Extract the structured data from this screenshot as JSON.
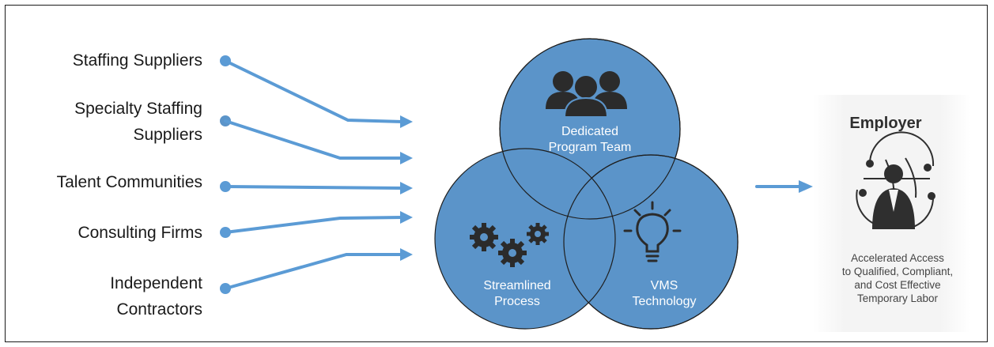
{
  "sources": [
    {
      "lines": [
        "Staffing Suppliers"
      ]
    },
    {
      "lines": [
        "Specialty Staffing",
        "Suppliers"
      ]
    },
    {
      "lines": [
        "Talent Communities"
      ]
    },
    {
      "lines": [
        "Consulting Firms"
      ]
    },
    {
      "lines": [
        "Independent",
        "Contractors"
      ]
    }
  ],
  "circles": {
    "top": {
      "line1": "Dedicated",
      "line2": "Program Team",
      "icon": "team-icon"
    },
    "left": {
      "line1": "Streamlined",
      "line2": "Process",
      "icon": "gears-icon"
    },
    "right": {
      "line1": "VMS",
      "line2": "Technology",
      "icon": "lightbulb-icon"
    }
  },
  "employer": {
    "title": "Employer",
    "icon": "globe-person-icon",
    "desc_lines": [
      "Accelerated Access",
      "to Qualified, Compliant,",
      "and Cost Effective",
      "Temporary Labor"
    ]
  },
  "colors": {
    "circle_fill": "#5b94c9",
    "circle_stroke": "#1e1e1e",
    "arrow": "#5b9bd5",
    "text": "#1a1a1a"
  }
}
